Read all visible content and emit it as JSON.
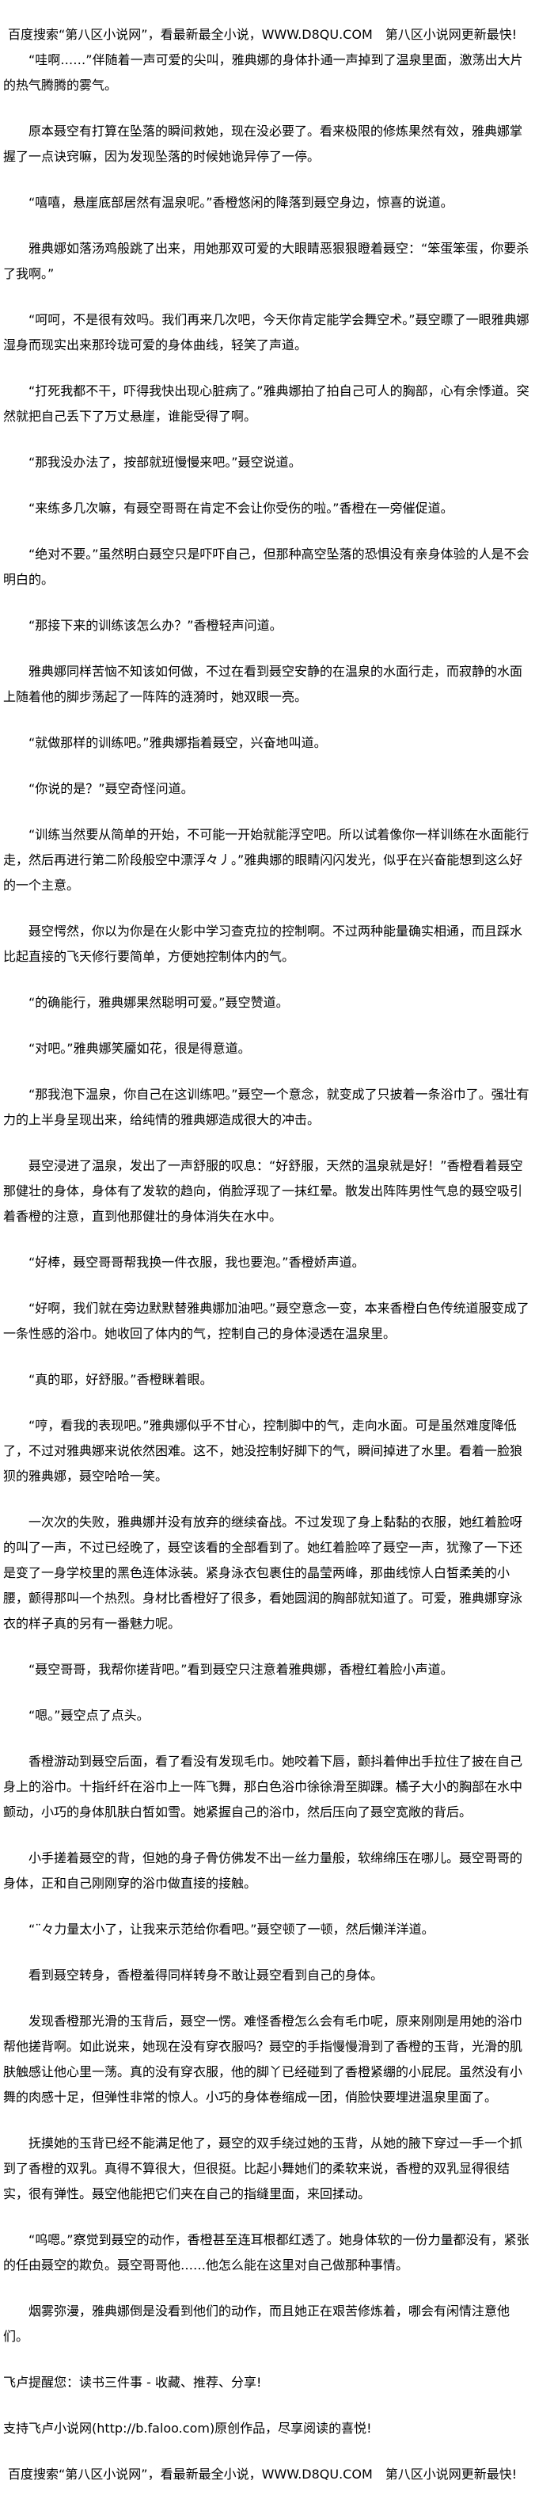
{
  "banner": "百度搜索“第八区小说网”，看最新最全小说，WWW.D8QU.COM　第八区小说网更新最快!",
  "paragraphs": [
    "“哇啊……”伴随着一声可爱的尖叫，雅典娜的身体扑通一声掉到了温泉里面，激荡出大片的热气腾腾的雾气。",
    "原本聂空有打算在坠落的瞬间救她，现在没必要了。看来极限的修炼果然有效，雅典娜掌握了一点诀窍嘛，因为发现坠落的时候她诡异停了一停。",
    "“嘻嘻，悬崖底部居然有温泉呢。”香橙悠闲的降落到聂空身边，惊喜的说道。",
    "雅典娜如落汤鸡般跳了出来，用她那双可爱的大眼睛恶狠狠瞪着聂空：“笨蛋笨蛋，你要杀了我啊。”",
    "“呵呵，不是很有效吗。我们再来几次吧，今天你肯定能学会舞空术。”聂空瞟了一眼雅典娜湿身而现实出来那玲珑可爱的身体曲线，轻笑了声道。",
    "“打死我都不干，吓得我快出现心脏病了。”雅典娜拍了拍自己可人的胸部，心有余悸道。突然就把自己丢下了万丈悬崖，谁能受得了啊。",
    "“那我没办法了，按部就班慢慢来吧。”聂空说道。",
    "“来练多几次嘛，有聂空哥哥在肯定不会让你受伤的啦。”香橙在一旁催促道。",
    "“绝对不要。”虽然明白聂空只是吓吓自己，但那种高空坠落的恐惧没有亲身体验的人是不会明白的。",
    "“那接下来的训练该怎么办？”香橙轻声问道。",
    "雅典娜同样苦恼不知该如何做，不过在看到聂空安静的在温泉的水面行走，而寂静的水面上随着他的脚步荡起了一阵阵的涟漪时，她双眼一亮。",
    "“就做那样的训练吧。”雅典娜指着聂空，兴奋地叫道。",
    "“你说的是？”聂空奇怪问道。",
    "“训练当然要从简单的开始，不可能一开始就能浮空吧。所以试着像你一样训练在水面能行走，然后再进行第二阶段般空中漂浮々丿。”雅典娜的眼睛闪闪发光，似乎在兴奋能想到这么好的一个主意。",
    "聂空愕然，你以为你是在火影中学习查克拉的控制啊。不过两种能量确实相通，而且踩水比起直接的飞天修行要简单，方便她控制体内的气。",
    "“的确能行，雅典娜果然聪明可爱。”聂空赞道。",
    "“对吧。”雅典娜笑靥如花，很是得意道。",
    "“那我泡下温泉，你自己在这训练吧。”聂空一个意念，就变成了只披着一条浴巾了。强壮有力的上半身呈现出来，给纯情的雅典娜造成很大的冲击。",
    "聂空浸进了温泉，发出了一声舒服的叹息：“好舒服，天然的温泉就是好！”香橙看着聂空那健壮的身体，身体有了发软的趋向，俏脸浮现了一抹红晕。散发出阵阵男性气息的聂空吸引着香橙的注意，直到他那健壮的身体消失在水中。",
    "“好棒，聂空哥哥帮我换一件衣服，我也要泡。”香橙娇声道。",
    "“好啊，我们就在旁边默默替雅典娜加油吧。”聂空意念一变，本来香橙白色传统道服变成了一条性感的浴巾。她收回了体内的气，控制自己的身体浸透在温泉里。",
    "“真的耶，好舒服。”香橙眯着眼。",
    "“哼，看我的表现吧。”雅典娜似乎不甘心，控制脚中的气，走向水面。可是虽然难度降低了，不过对雅典娜来说依然困难。这不，她没控制好脚下的气，瞬间掉进了水里。看着一脸狼狈的雅典娜，聂空哈哈一笑。",
    "一次次的失败，雅典娜并没有放弃的继续奋战。不过发现了身上黏黏的衣服，她红着脸呀的叫了一声，不过已经晚了，聂空该看的全部看到了。她红着脸啐了聂空一声，犹豫了一下还是变了一身学校里的黑色连体泳装。紧身泳衣包裹住的晶莹两峰，那曲线惊人白皙柔美的小腰，颤得那叫一个热烈。身材比香橙好了很多，看她圆润的胸部就知道了。可爱，雅典娜穿泳衣的样子真的另有一番魅力呢。",
    "“聂空哥哥，我帮你搓背吧。”看到聂空只注意着雅典娜，香橙红着脸小声道。",
    "“嗯。”聂空点了点头。",
    "香橙游动到聂空后面，看了看没有发现毛巾。她咬着下唇，颤抖着伸出手拉住了披在自己身上的浴巾。十指纤纤在浴巾上一阵飞舞，那白色浴巾徐徐滑至脚踝。橘子大小的胸部在水中颤动，小巧的身体肌肤白皙如雪。她紧握自己的浴巾，然后压向了聂空宽敞的背后。",
    "小手搓着聂空的背，但她的身子骨仿佛发不出一丝力量般，软绵绵压在哪儿。聂空哥哥的身体，正和自己刚刚穿的浴巾做直接的接触。",
    "“¨々力量太小了，让我来示范给你看吧。”聂空顿了一顿，然后懒洋洋道。",
    "看到聂空转身，香橙羞得同样转身不敢让聂空看到自己的身体。",
    "发现香橙那光滑的玉背后，聂空一愣。难怪香橙怎么会有毛巾呢，原来刚刚是用她的浴巾帮他搓背啊。如此说来，她现在没有穿衣服吗？聂空的手指慢慢滑到了香橙的玉背，光滑的肌肤触感让他心里一荡。真的没有穿衣服，他的脚丫已经碰到了香橙紧绷的小屁屁。虽然没有小舞的肉感十足，但弹性非常的惊人。小巧的身体卷缩成一团，俏脸快要埋进温泉里面了。",
    "抚摸她的玉背已经不能满足他了，聂空的双手绕过她的玉背，从她的腋下穿过一手一个抓到了香橙的双乳。真得不算很大，但很挺。比起小舞她们的柔软来说，香橙的双乳显得很结实，很有弹性。聂空他能把它们夹在自己的指缝里面，来回揉动。",
    "“呜嗯。”察觉到聂空的动作，香橙甚至连耳根都红透了。她身体软的一份力量都没有，紧张的任由聂空的欺负。聂空哥哥他……他怎么能在这里对自己做那种事情。",
    "烟雾弥漫，雅典娜倒是没看到他们的动作，而且她正在艰苦修炼着，哪会有闲情注意他们。"
  ],
  "notes": [
    "飞卢提醒您：读书三件事 - 收藏、推荐、分享!",
    "支持飞卢小说网(http://b.faloo.com)原创作品，尽享阅读的喜悦!"
  ],
  "footer_banner": "百度搜索“第八区小说网”，看最新最全小说，WWW.D8QU.COM　第八区小说网更新最快!"
}
